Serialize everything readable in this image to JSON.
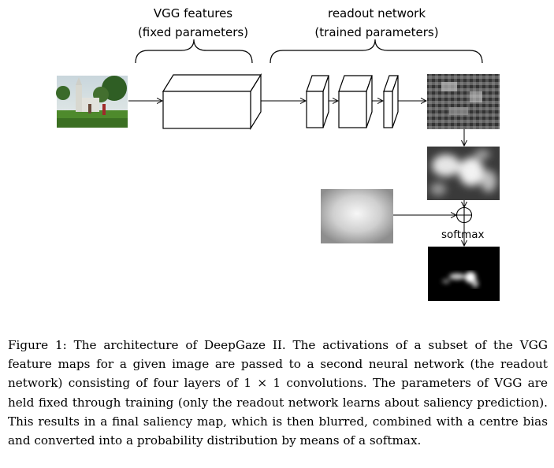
{
  "figure": {
    "vgg_label_line1": "VGG features",
    "vgg_label_line2": "(fixed parameters)",
    "readout_label_line1": "readout network",
    "readout_label_line2": "(trained parameters)",
    "softmax_label": "softmax",
    "plus_symbol": "+"
  },
  "caption": {
    "text": "Figure 1: The architecture of DeepGaze II. The activations of a subset of the VGG feature maps for a given image are passed to a second neural network (the readout network) consisting of four layers of 1 × 1 convolutions. The parameters of VGG are held fixed through training (only the readout network learns about saliency prediction). This results in a final saliency map, which is then blurred, combined with a centre bias and converted into a probability distribution by means of a softmax."
  }
}
